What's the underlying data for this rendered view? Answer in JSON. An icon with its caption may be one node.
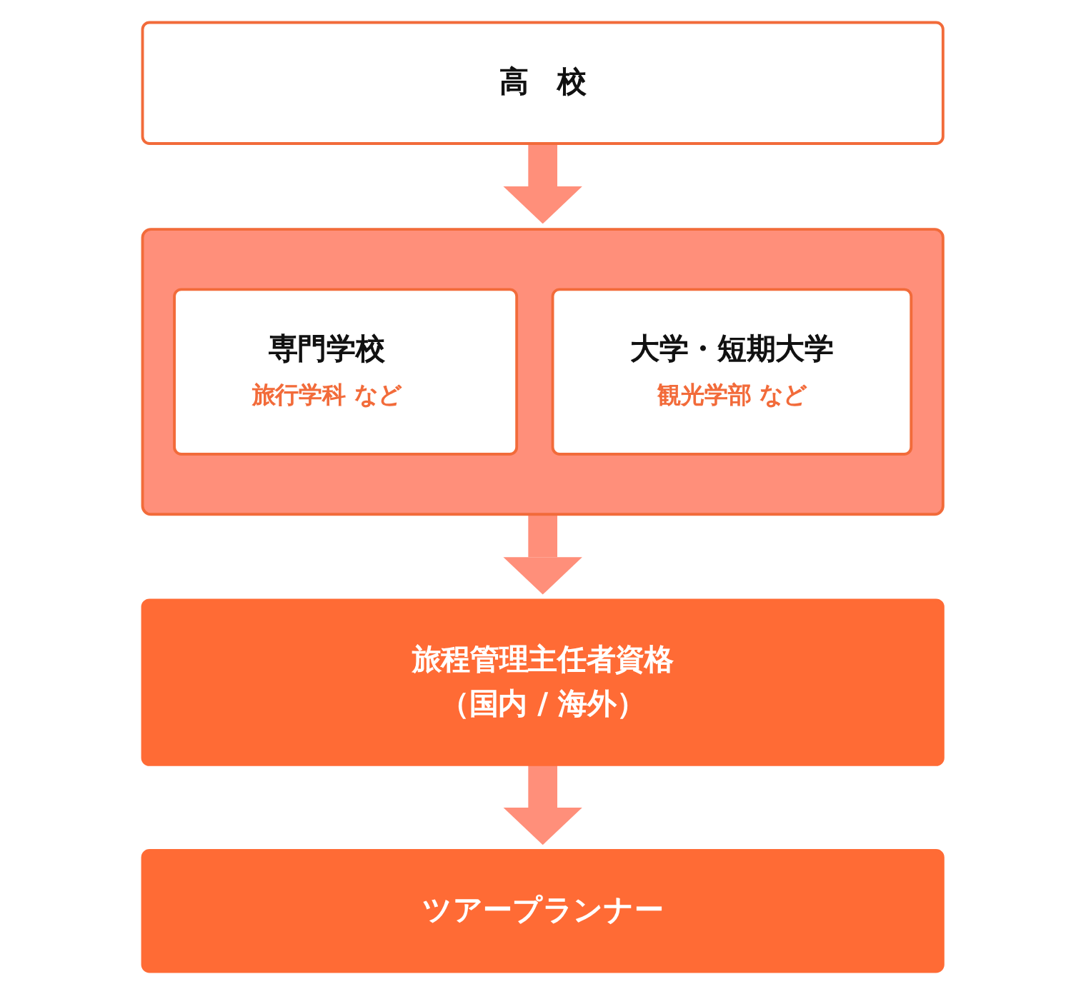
{
  "diagram": {
    "nodes": [
      {
        "text": [
          "高　校"
        ]
      },
      {
        "text": [],
        "shape": "box"
      },
      {
        "text": [
          "専門学校",
          "旅行学科 など"
        ],
        "in": 1
      },
      {
        "text": [
          "大学・短期大学",
          "観光学部 など"
        ],
        "in": 1
      },
      {
        "text": [
          "旅程管理主任者資格（国内 / 海外）"
        ]
      },
      {
        "text": [
          "ツアープランナー"
        ]
      }
    ],
    "edges": [
      {
        "from": 0,
        "to": 1,
        "arrow": "to"
      },
      {
        "from": 1,
        "to": 4,
        "arrow": "to"
      },
      {
        "from": 4,
        "to": 5,
        "arrow": "to"
      }
    ]
  }
}
